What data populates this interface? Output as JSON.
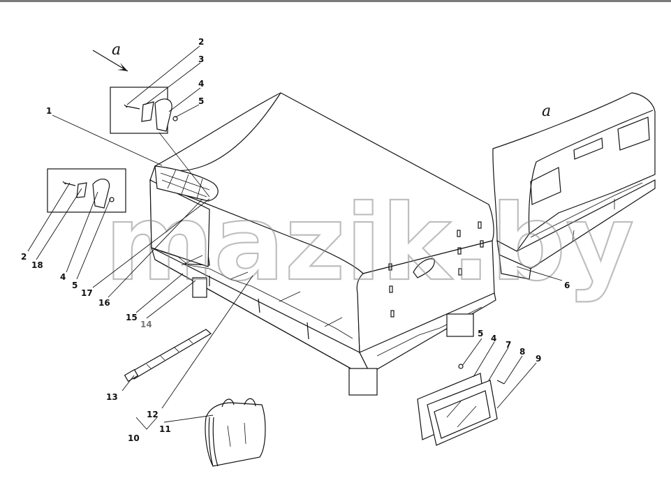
{
  "watermark": "mazik.by",
  "view_letter": "a",
  "callouts": {
    "n1": "1",
    "n2a": "2",
    "n3": "3",
    "n4a": "4",
    "n5a": "5",
    "n2b": "2",
    "n18": "18",
    "n4b": "4",
    "n5b": "5",
    "n17": "17",
    "n16": "16",
    "n15": "15",
    "n14": "14",
    "n13": "13",
    "n12": "12",
    "n11": "11",
    "n10": "10",
    "n6": "6",
    "n5c": "5",
    "n4c": "4",
    "n7": "7",
    "n8": "8",
    "n9": "9"
  }
}
